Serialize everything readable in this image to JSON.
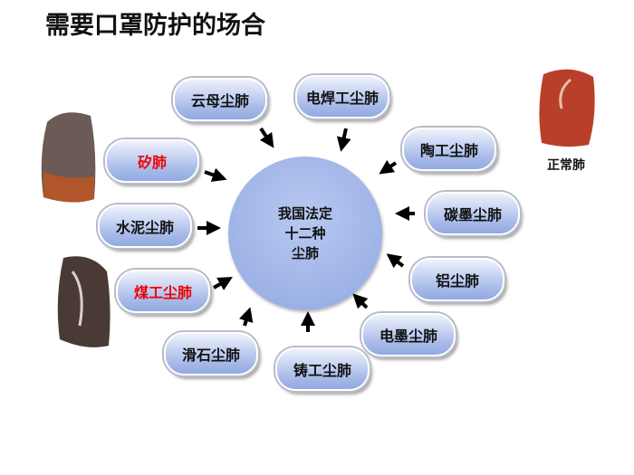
{
  "title": "需要口罩防护的场合",
  "center": {
    "line1": "我国法定",
    "line2": "十二种",
    "line3": "尘肺"
  },
  "items": [
    {
      "label": "云母尘肺",
      "highlight": false
    },
    {
      "label": "电焊工尘肺",
      "highlight": false
    },
    {
      "label": "陶工尘肺",
      "highlight": false
    },
    {
      "label": "碳墨尘肺",
      "highlight": false
    },
    {
      "label": "铝尘肺",
      "highlight": false
    },
    {
      "label": "电墨尘肺",
      "highlight": false
    },
    {
      "label": "铸工尘肺",
      "highlight": false
    },
    {
      "label": "滑石尘肺",
      "highlight": false
    },
    {
      "label": "煤工尘肺",
      "highlight": true
    },
    {
      "label": "水泥尘肺",
      "highlight": false
    },
    {
      "label": "矽肺",
      "highlight": true
    }
  ],
  "normal_lung_label": "正常肺",
  "colors": {
    "highlight": "#e00000",
    "pill": "#a8bbe9",
    "circle": "#9db2e6"
  }
}
